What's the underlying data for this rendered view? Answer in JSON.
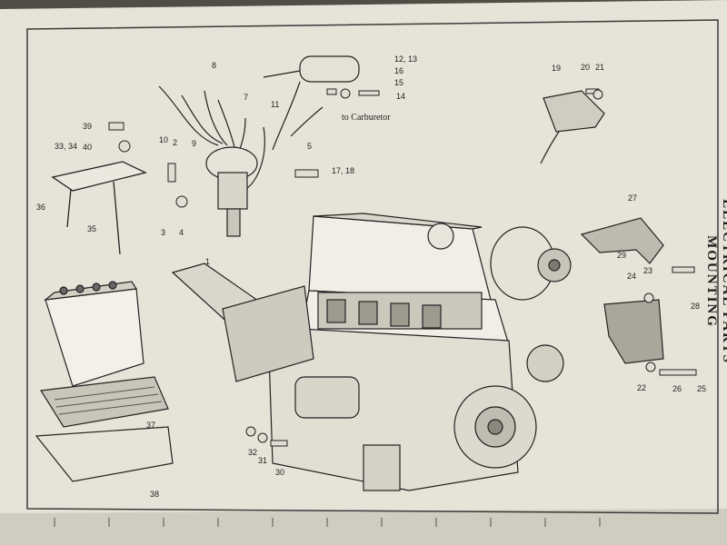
{
  "page": {
    "section_title": "ELECTRICAL PARTS MOUNTING",
    "carburetor_note": "to Carburetor"
  },
  "callouts": [
    "1",
    "2",
    "3",
    "4",
    "5",
    "7",
    "8",
    "9",
    "10",
    "11",
    "12, 13",
    "14",
    "15",
    "16",
    "17, 18",
    "19",
    "20",
    "21",
    "22",
    "23",
    "24",
    "25",
    "26",
    "27",
    "28",
    "29",
    "30",
    "31",
    "32",
    "33, 34",
    "35",
    "36",
    "37",
    "38",
    "39",
    "40"
  ],
  "colors": {
    "paper": "#e9e6dc",
    "ink": "#2a2a2a",
    "shadow": "#5c5a52"
  }
}
